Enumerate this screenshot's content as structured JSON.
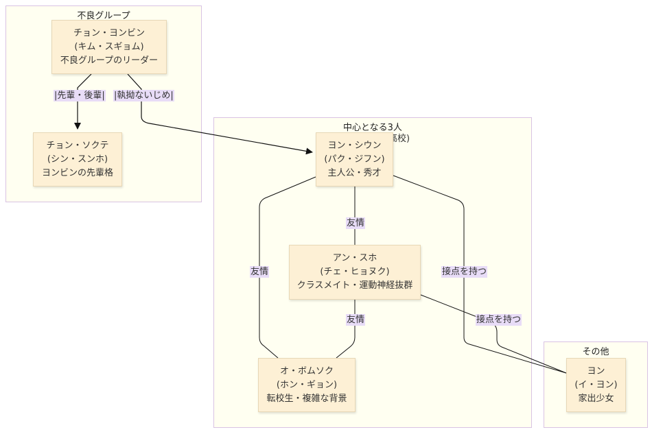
{
  "clusters": {
    "delinquents": {
      "title": "不良グループ"
    },
    "core": {
      "title": "中心となる3人"
    },
    "others": {
      "title": "その他"
    }
  },
  "nodes": {
    "yeonbin": {
      "lines": [
        "チョン・ヨンビン",
        "(キム・スギョム)",
        "不良グループのリーダー"
      ]
    },
    "sokte": {
      "lines": [
        "チョン・ソクテ",
        "(シン・スンホ)",
        "ヨンビンの先輩格"
      ]
    },
    "sieun": {
      "lines": [
        "ヨン・シウン",
        "(パク・ジフン)",
        "主人公・秀才"
      ]
    },
    "suho": {
      "lines": [
        "アン・スホ",
        "(チェ・ヒョヌク)",
        "クラスメイト・運動神経抜群"
      ]
    },
    "beomsok": {
      "lines": [
        "オ・ボムソク",
        "(ホン・ギョン)",
        "転校生・複雑な背景"
      ]
    },
    "yeon": {
      "lines": [
        "ヨン",
        "(イ・ヨン)",
        "家出少女"
      ]
    }
  },
  "hidden_text": "高校)",
  "edges": {
    "senior_junior": "|先輩・後輩|",
    "bullying": "|執拗ないじめ|",
    "friend_sieun_suho": "友情",
    "friend_sieun_beomsok": "友情",
    "friend_suho_beomsok": "友情",
    "contact_sieun": "接点を持つ",
    "contact_suho": "接点を持つ"
  }
}
